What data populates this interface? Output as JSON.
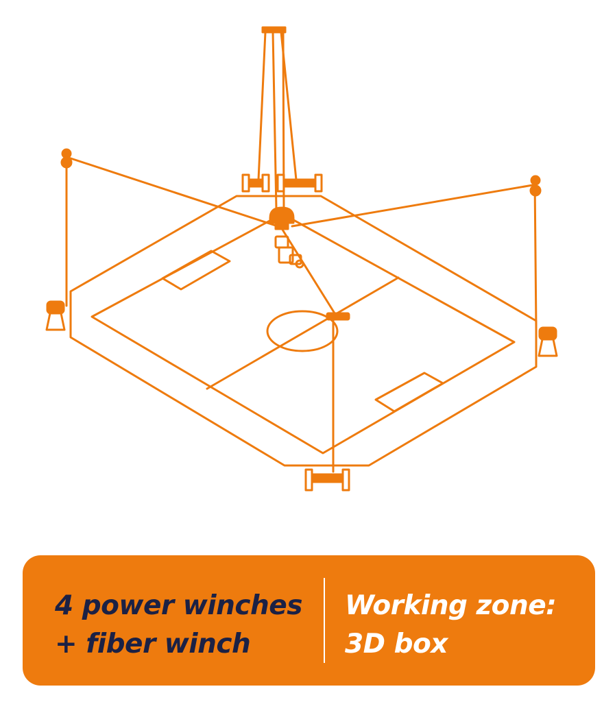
{
  "colors": {
    "accent": "#ee7b0e",
    "left_text": "#1b2145",
    "right_text": "#ffffff",
    "background": "#ffffff"
  },
  "info_panel": {
    "left_lines": [
      "4 power winches",
      "+ fiber winch"
    ],
    "right_lines": [
      "Working zone:",
      "3D box"
    ]
  },
  "icons": [
    "ceiling-mount-icon",
    "pulley-icon",
    "winch-icon",
    "cable-cam-icon",
    "camera-icon",
    "soccer-field-icon"
  ]
}
